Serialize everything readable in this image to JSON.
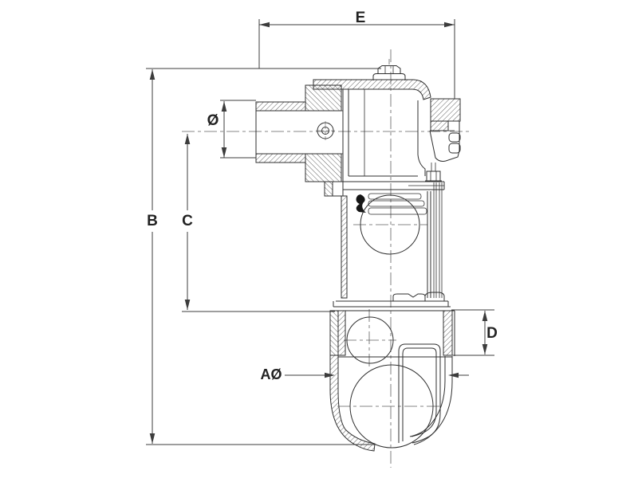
{
  "colors": {
    "background": "#ffffff",
    "part_line": "#2f2f2f",
    "dimension_line": "#3c3c3c",
    "label_text": "#222222"
  },
  "dimensions": {
    "top_width": {
      "label": "E"
    },
    "overall_height": {
      "label": "B"
    },
    "centerline_height": {
      "label": "C"
    },
    "shaft_diameter": {
      "label": "Ø"
    },
    "clamp_depth": {
      "label": "D"
    },
    "tube_diameter": {
      "label": "AØ"
    }
  }
}
